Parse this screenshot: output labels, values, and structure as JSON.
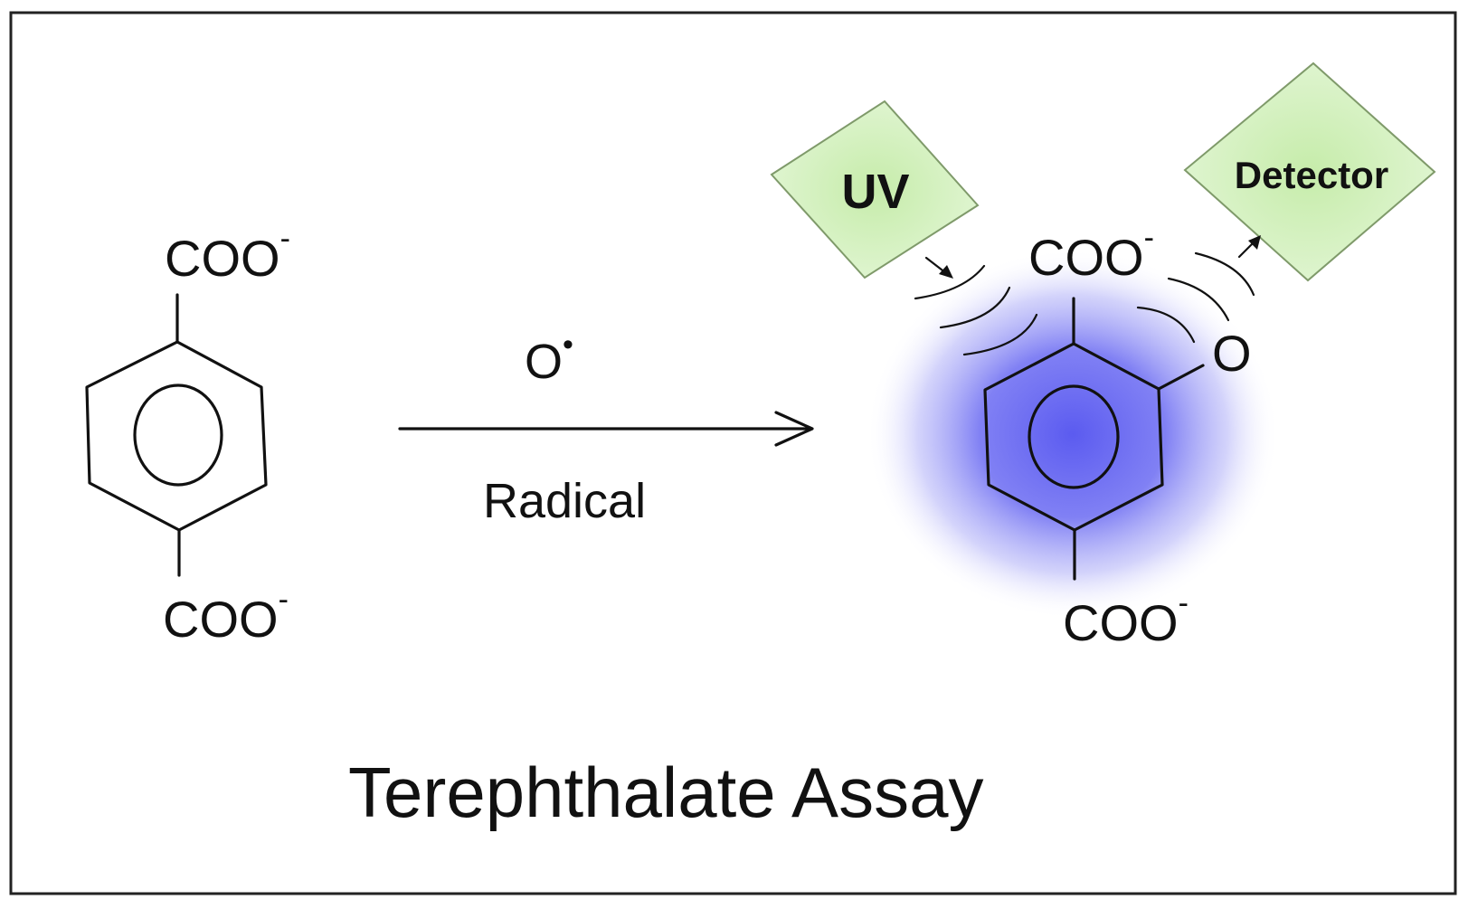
{
  "diagram": {
    "title": "Terephthalate Assay",
    "reagent": {
      "symbol": "O",
      "superscript": "•",
      "label": "Radical"
    },
    "reactant": {
      "top_group": "COO",
      "top_charge": "-",
      "bottom_group": "COO",
      "bottom_charge": "-"
    },
    "product": {
      "top_group": "COO",
      "top_charge": "-",
      "bottom_group": "COO",
      "bottom_charge": "-",
      "substituent": "O"
    },
    "boxes": {
      "source": "UV",
      "detector": "Detector"
    },
    "colors": {
      "glow": "#5b5bf0",
      "box_fill": "#d6f2c4",
      "box_border": "#7f9a6a"
    }
  }
}
